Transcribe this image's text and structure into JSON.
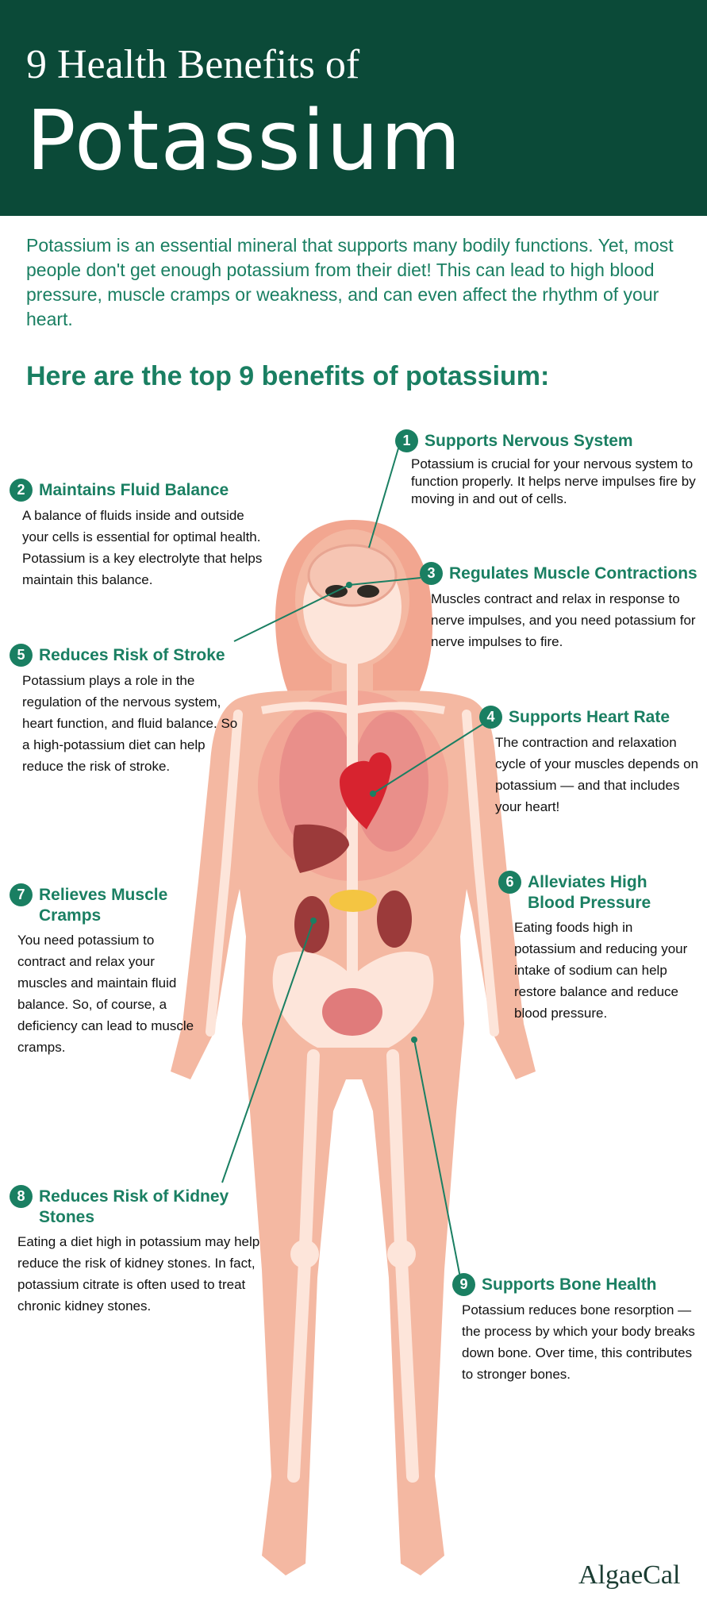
{
  "header": {
    "title_line1": "9 Health Benefits of",
    "title_line2": "Potassium"
  },
  "intro": "Potassium is an essential mineral that supports many bodily functions. Yet, most people don't get enough potassium from their diet! This can lead to high blood pressure, muscle cramps or weakness, and can even affect the rhythm of your heart.",
  "subheading": "Here are the top 9 benefits of potassium:",
  "benefits": [
    {
      "num": "1",
      "title": "Supports Nervous System",
      "desc": "Potassium is crucial for your nervous system to function properly. It helps nerve impulses fire by moving in and out of cells."
    },
    {
      "num": "2",
      "title": "Maintains Fluid Balance",
      "desc": "A balance of fluids inside and outside your cells is essential for optimal health. Potassium is a key electrolyte that helps maintain this balance."
    },
    {
      "num": "3",
      "title": "Regulates Muscle Contractions",
      "desc": "Muscles contract and relax in response to nerve impulses, and you need potassium for nerve impulses to fire."
    },
    {
      "num": "4",
      "title": "Supports Heart Rate",
      "desc": "The contraction and relaxation cycle of your muscles depends on potassium — and that includes your heart!"
    },
    {
      "num": "5",
      "title": "Reduces Risk of Stroke",
      "desc": "Potassium plays a role in the regulation of the nervous system, heart function, and fluid balance. So a high-potassium diet can help reduce the risk of stroke."
    },
    {
      "num": "6",
      "title": "Alleviates High Blood Pressure",
      "desc": "Eating foods high in potassium and reducing your intake of sodium can help restore balance and reduce blood pressure."
    },
    {
      "num": "7",
      "title": "Relieves Muscle Cramps",
      "desc": "You need potassium to contract and relax your muscles and maintain fluid balance. So, of course, a deficiency can lead to muscle cramps."
    },
    {
      "num": "8",
      "title": "Reduces Risk of Kidney Stones",
      "desc": "Eating a diet high in potassium may help reduce the risk of kidney stones. In fact, potassium citrate is often used to treat chronic kidney stones."
    },
    {
      "num": "9",
      "title": "Supports Bone Health",
      "desc": "Potassium reduces bone resorption — the process by which your body breaks down bone. Over time, this contributes to stronger bones."
    }
  ],
  "logo": "AlgaeCal",
  "colors": {
    "header_bg": "#0b4a38",
    "accent": "#1a7f62",
    "body": "#f4b8a2",
    "bone": "#fde5da"
  }
}
